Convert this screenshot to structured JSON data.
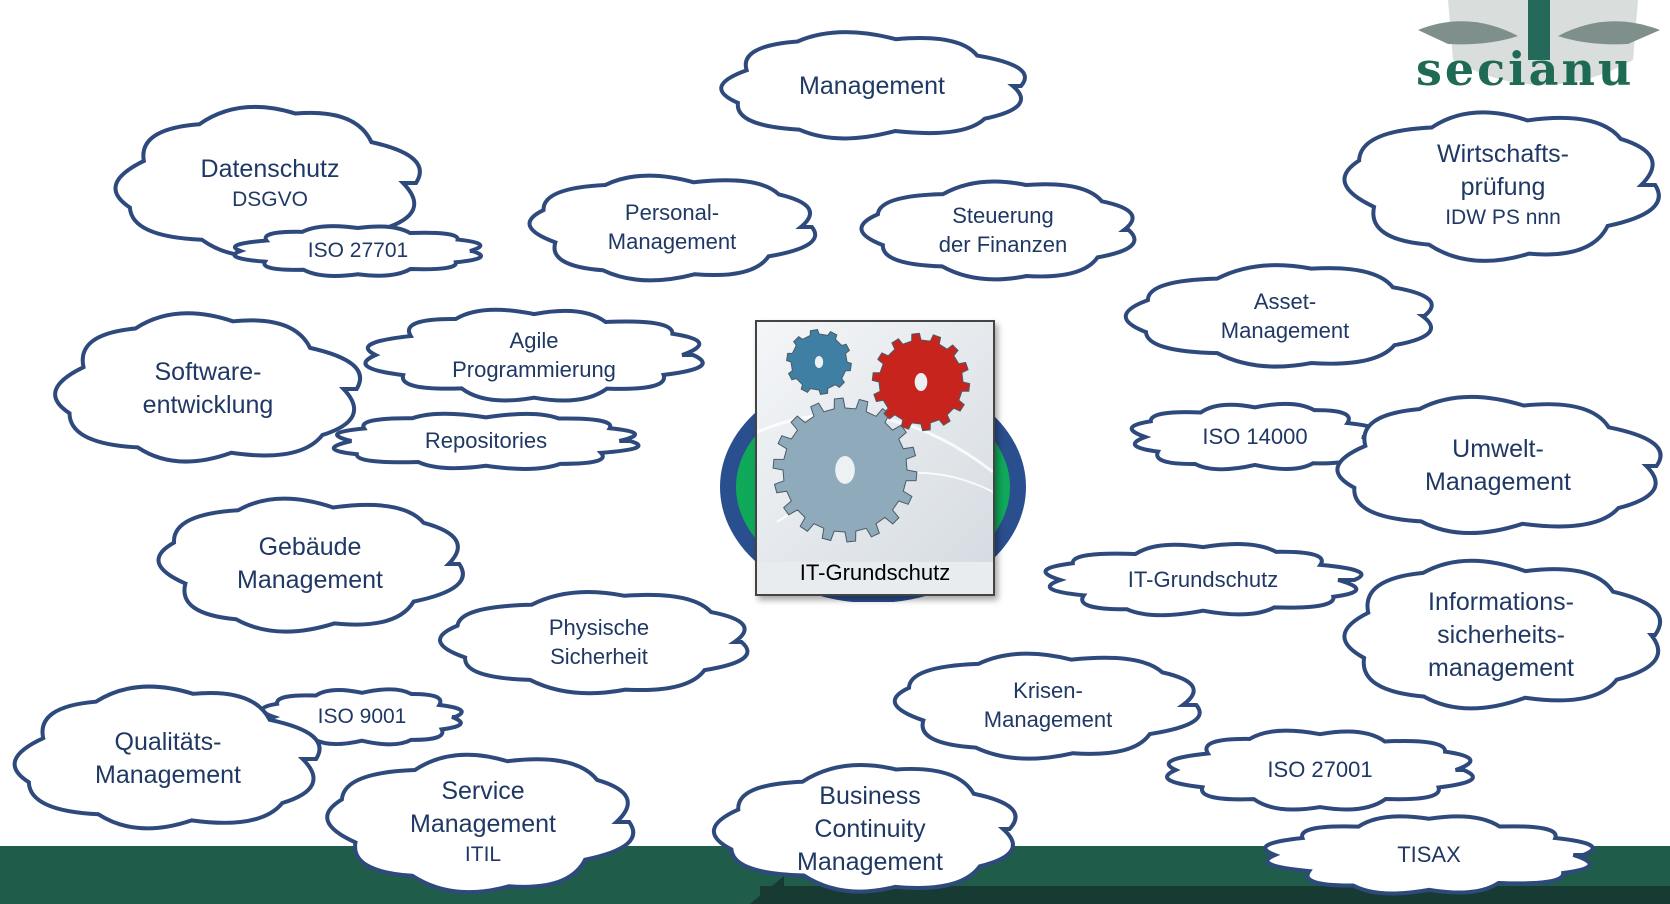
{
  "logo": {
    "text": "secianu"
  },
  "center": {
    "caption": "IT-Grundschutz"
  },
  "clouds": {
    "management": [
      "Management"
    ],
    "personal": [
      "Personal-",
      "Management"
    ],
    "finanzen": [
      "Steuerung",
      "der Finanzen"
    ],
    "datenschutz": [
      "Datenschutz",
      "DSGVO"
    ],
    "iso27701": [
      "ISO 27701"
    ],
    "wirtschaft": [
      "Wirtschafts-",
      "prüfung",
      "IDW PS nnn"
    ],
    "asset": [
      "Asset-",
      "Management"
    ],
    "software": [
      "Software-",
      "entwicklung"
    ],
    "agile": [
      "Agile",
      "Programmierung"
    ],
    "repositories": [
      "Repositories"
    ],
    "iso14000": [
      "ISO 14000"
    ],
    "umwelt": [
      "Umwelt-",
      "Management"
    ],
    "gebaeude": [
      "Gebäude",
      "Management"
    ],
    "physisch": [
      "Physische",
      "Sicherheit"
    ],
    "itgrundschutz": [
      "IT-Grundschutz"
    ],
    "infosec": [
      "Informations-",
      "sicherheits-",
      "management"
    ],
    "krisen": [
      "Krisen-",
      "Management"
    ],
    "iso9001": [
      "ISO 9001"
    ],
    "qualitaet": [
      "Qualitäts-",
      "Management"
    ],
    "iso27001": [
      "ISO 27001"
    ],
    "service": [
      "Service",
      "Management",
      "ITIL"
    ],
    "bcm": [
      "Business",
      "Continuity",
      "Management"
    ],
    "tisax": [
      "TISAX"
    ]
  },
  "colors": {
    "outline": "#2e4a7d",
    "text": "#1f3864",
    "footer": "#1f5d4a",
    "badge_green": "#10a95a",
    "badge_blue": "#2a4f8f"
  }
}
